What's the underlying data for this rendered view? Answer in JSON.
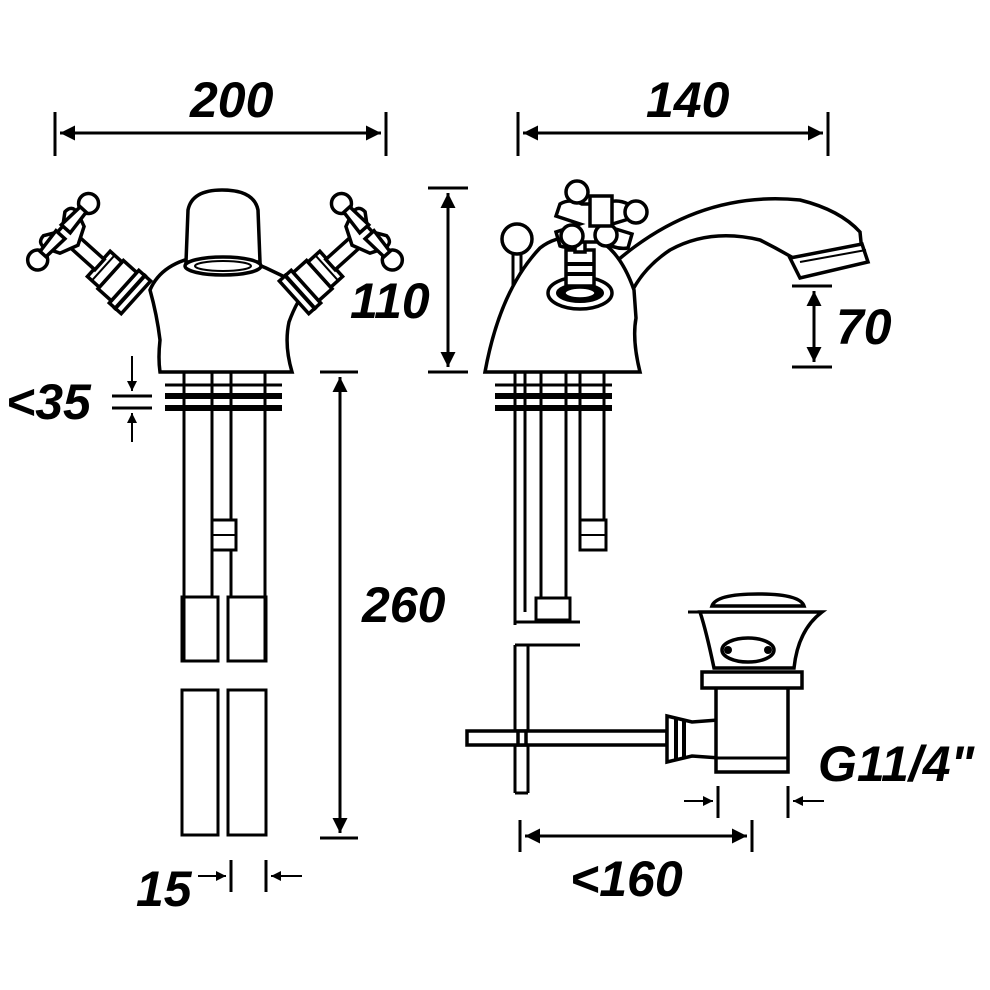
{
  "dimensions": {
    "front_width": "200",
    "side_width": "140",
    "height_total": "110",
    "spout_clearance": "70",
    "deck_thickness": "<35",
    "tail_length": "260",
    "tail_spacing": "15",
    "waste_thread": "G11/4\"",
    "pop_up_reach": "<160"
  }
}
